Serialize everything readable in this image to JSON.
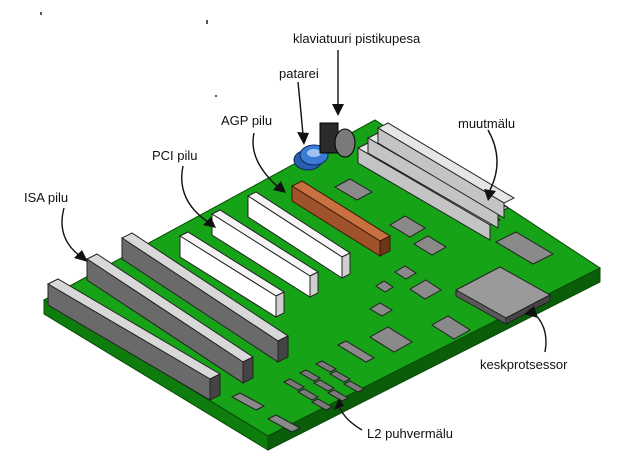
{
  "labels": {
    "keyboard_socket": "klaviatuuri pistikupesa",
    "battery": "patarei",
    "agp_slot": "AGP pilu",
    "pci_slot": "PCI pilu",
    "isa_slot": "ISA pilu",
    "memory": "muutmälu",
    "cpu": "keskprotsessor",
    "l2_cache": "L2 puhvermälu"
  },
  "colors": {
    "board": "#17a317",
    "board_edge": "#0c6a0c",
    "chip": "#8a8a8a",
    "chip_dark": "#505050",
    "agp": "#a0522d",
    "pci": "#ffffff",
    "battery": "#3a7bd5"
  }
}
